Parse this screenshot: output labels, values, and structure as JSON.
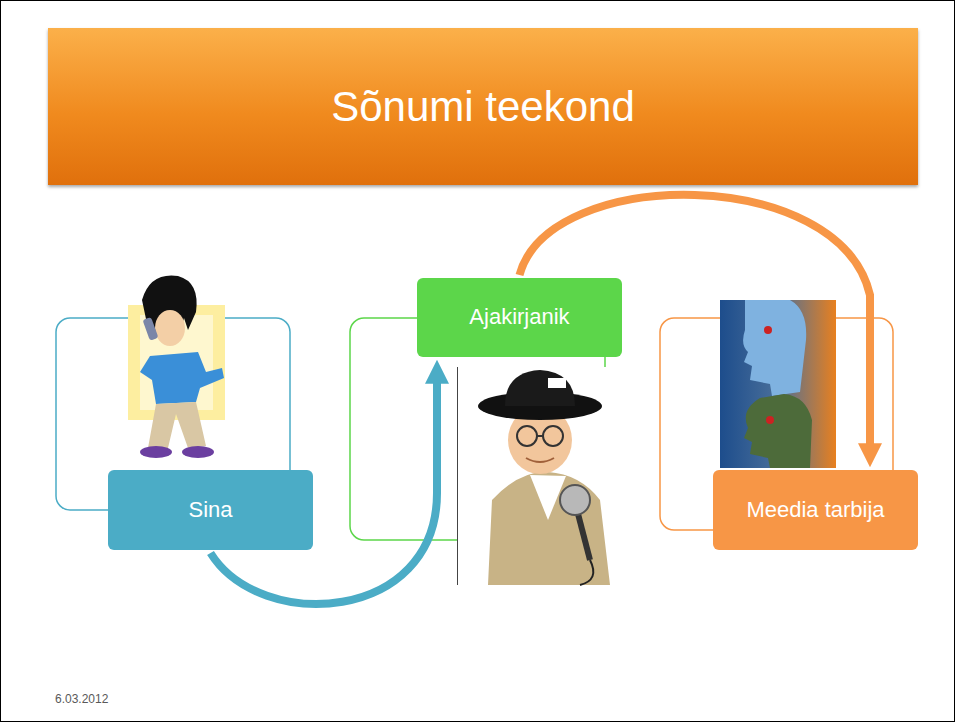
{
  "diagram": {
    "title": "Sõnumi teekond",
    "nodes": [
      {
        "text": [
          "Sina"
        ]
      },
      {
        "text": [
          "Ajakirjanik"
        ]
      },
      {
        "text": [
          "Meedia tarbija"
        ]
      }
    ],
    "edges": [
      {
        "from": 0,
        "to": 1,
        "arrow": "to"
      },
      {
        "from": 1,
        "to": 2,
        "arrow": "to"
      }
    ],
    "labels": [
      "6.03.2012"
    ]
  }
}
